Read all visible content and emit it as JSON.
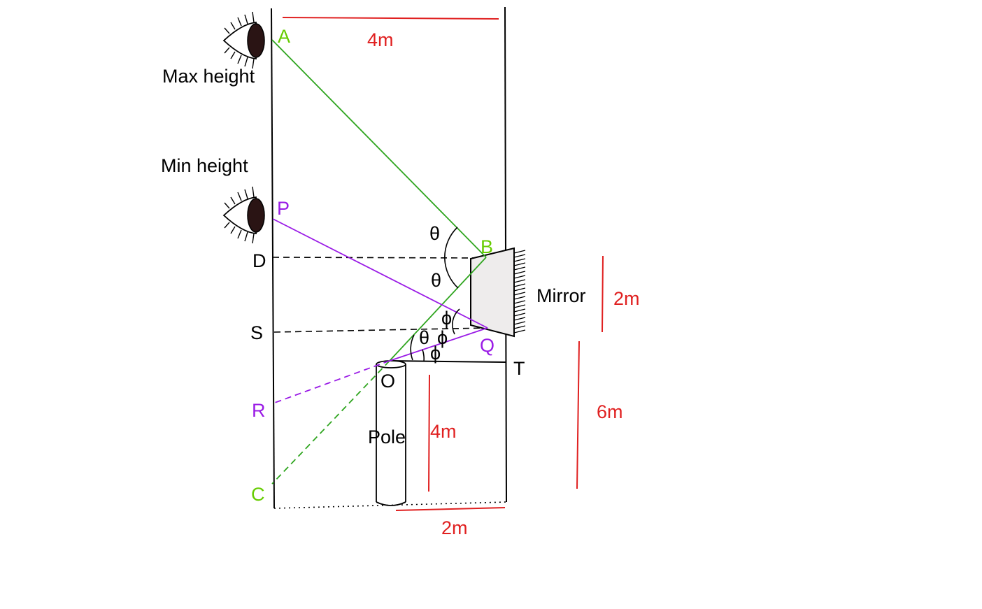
{
  "colors": {
    "black": "#000000",
    "green": "#66cc00",
    "green_line": "#2fa51f",
    "purple": "#9a1be6",
    "red": "#e02020",
    "mirror_fill": "#eeecec",
    "eye_iris": "#2a1414"
  },
  "labels": {
    "max_height": "Max height",
    "min_height": "Min height",
    "mirror": "Mirror",
    "pole": "Pole"
  },
  "points": {
    "A": "A",
    "B": "B",
    "C": "C",
    "D": "D",
    "S": "S",
    "O": "O",
    "P": "P",
    "Q": "Q",
    "R": "R",
    "T": "T"
  },
  "angles": {
    "theta": "θ",
    "phi": "ϕ"
  },
  "dimensions": {
    "top_width": "4m",
    "mirror_height": "2m",
    "lower_height": "6m",
    "pole_height": "4m",
    "pole_to_wall": "2m"
  }
}
